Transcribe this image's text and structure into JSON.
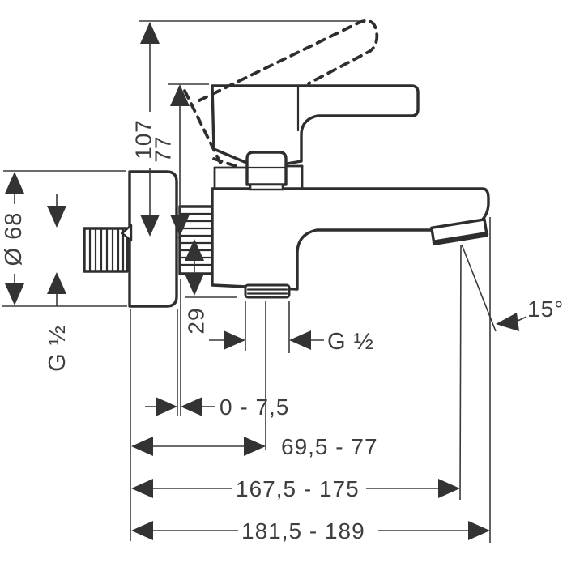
{
  "page": {
    "background": "#ffffff",
    "line_color": "#2e2e2e",
    "text_color": "#3e3e3e"
  },
  "drawing": {
    "labels": {
      "max_height": "107",
      "handle_height": "77",
      "escutcheon_diameter": "Ø 68",
      "inlet_thread": "G ½",
      "axis_to_outlet": "29",
      "outlet_thread": "G ½",
      "spout_angle": "15°",
      "wall_clearance": "0 - 7,5",
      "outlet_offset": "69,5 - 77",
      "reach_inner": "167,5 - 175",
      "reach_outer": "181,5 - 189"
    }
  }
}
